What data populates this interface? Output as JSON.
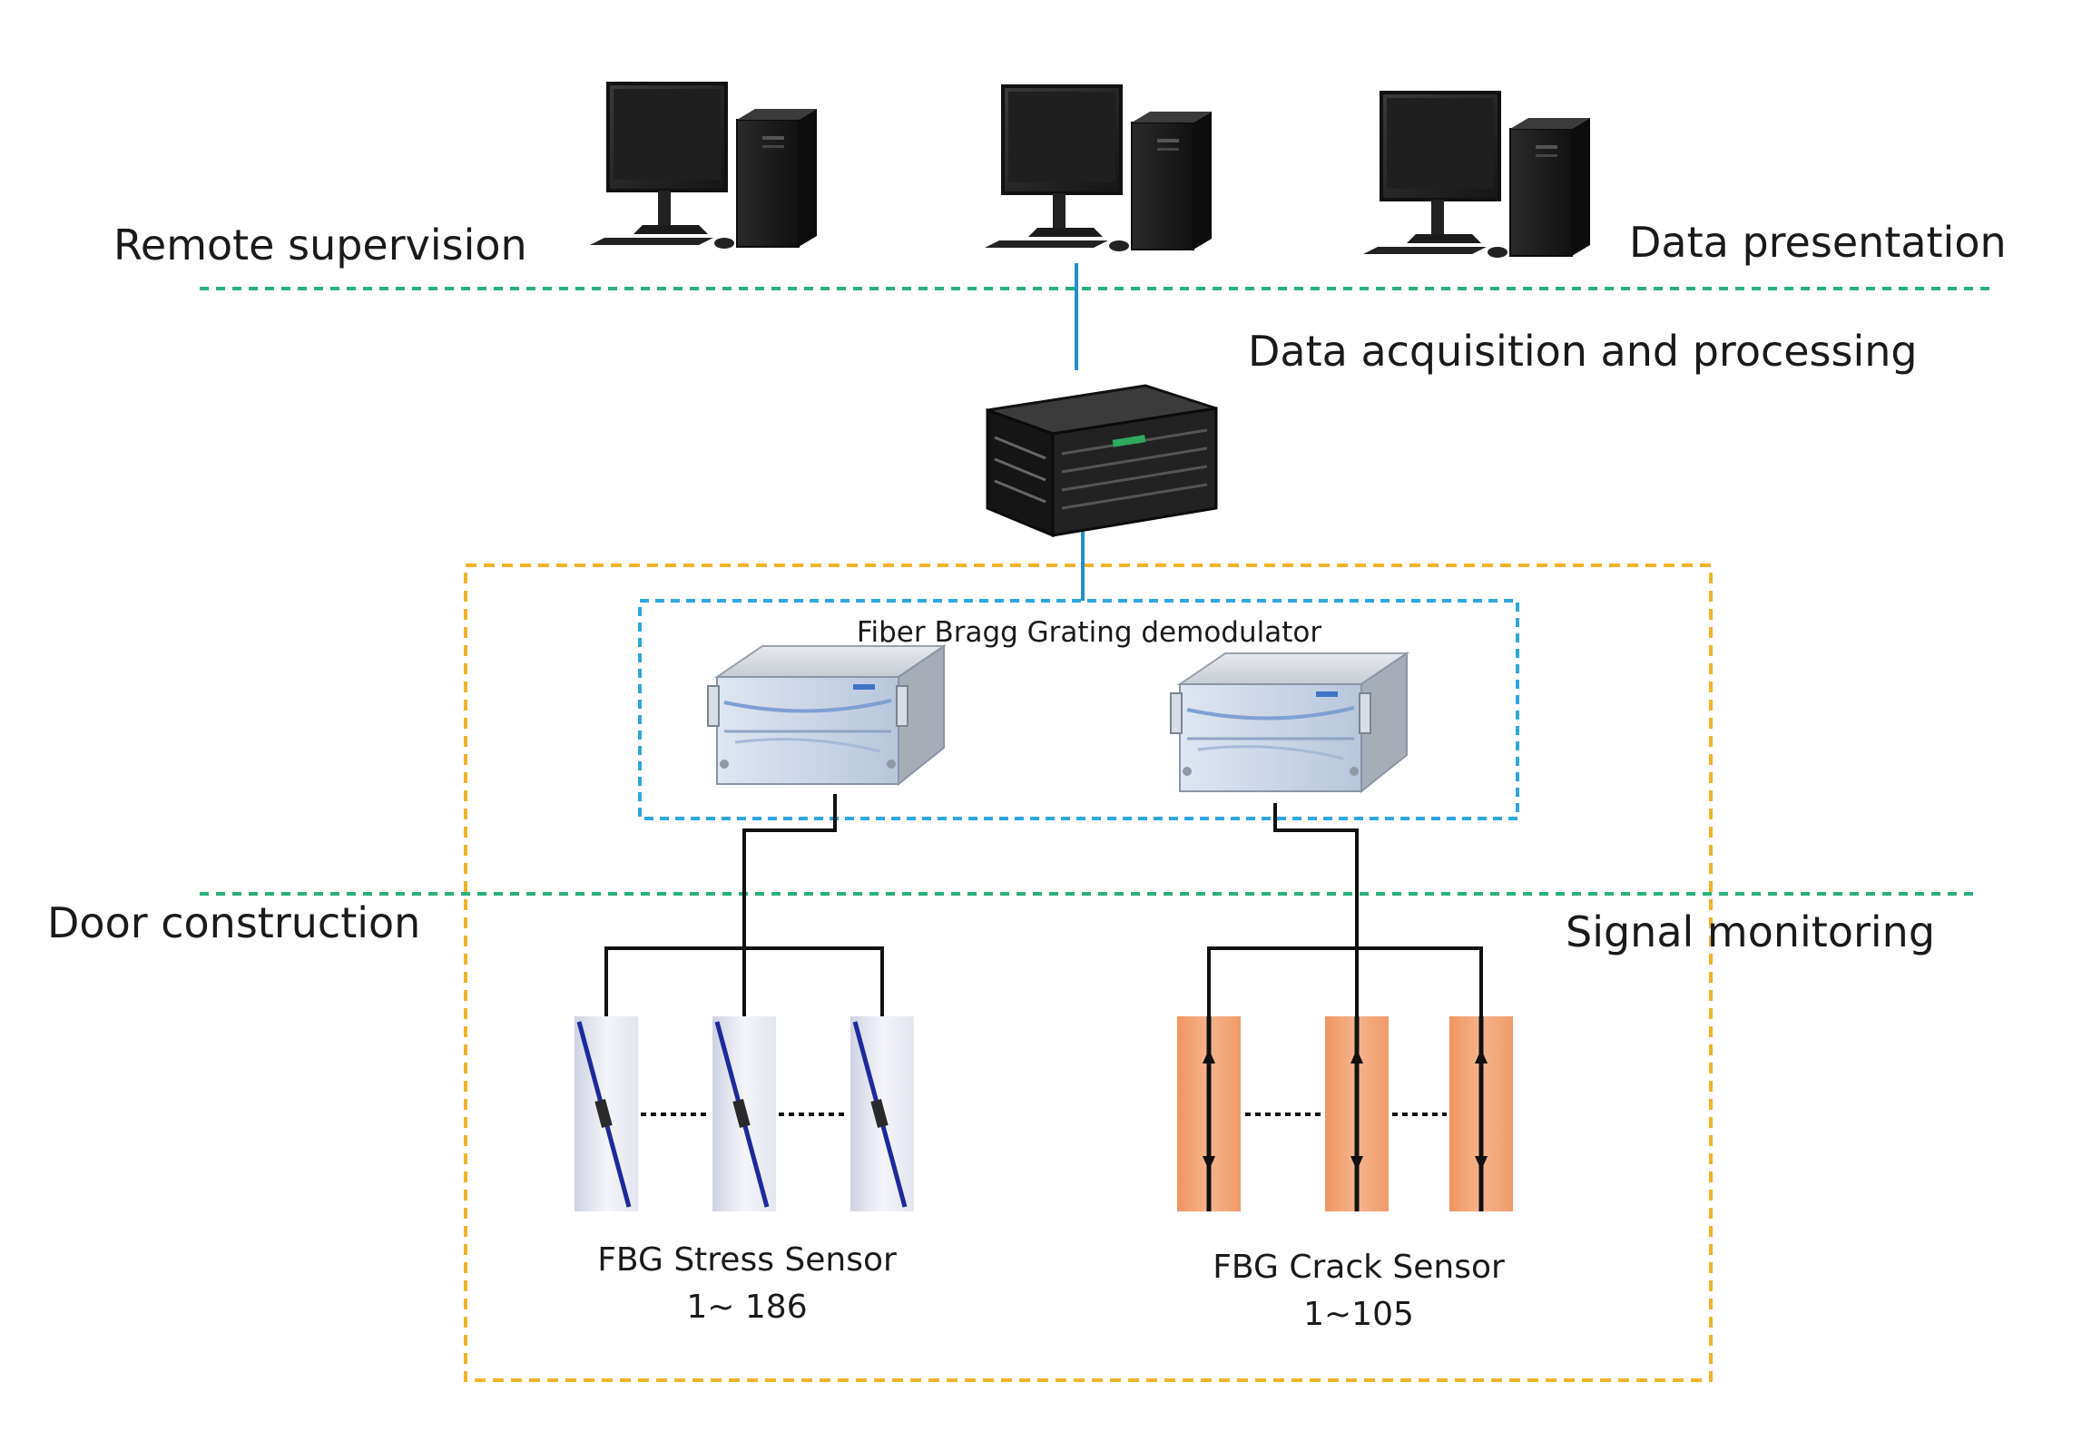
{
  "labels": {
    "remote_supervision": "Remote supervision",
    "data_presentation": "Data presentation",
    "data_acquisition": "Data acquisition  and processing",
    "door_construction": "Door construction",
    "signal_monitoring": "Signal monitoring",
    "demodulator": "Fiber Bragg Grating demodulator"
  },
  "sensors": {
    "stress": {
      "name": "FBG Stress Sensor",
      "range": "1~ 186"
    },
    "crack": {
      "name": "FBG Crack Sensor",
      "range": "1~105"
    }
  },
  "colors": {
    "layer_divider": "#2ab07a",
    "data_link": "#1f8fd0",
    "outer_box": "#f0b429",
    "demodulator_box": "#2ea6e0",
    "fiber": "#111111",
    "stress_fiber": "#1c2a9c",
    "crack_sensor": "#f0a27a"
  },
  "icons": {
    "computer": "desktop-computer-icon",
    "server": "server-rack-icon",
    "demodulator": "demodulator-unit-icon",
    "stress_sensor": "stress-sensor-icon",
    "crack_sensor": "crack-sensor-icon"
  }
}
